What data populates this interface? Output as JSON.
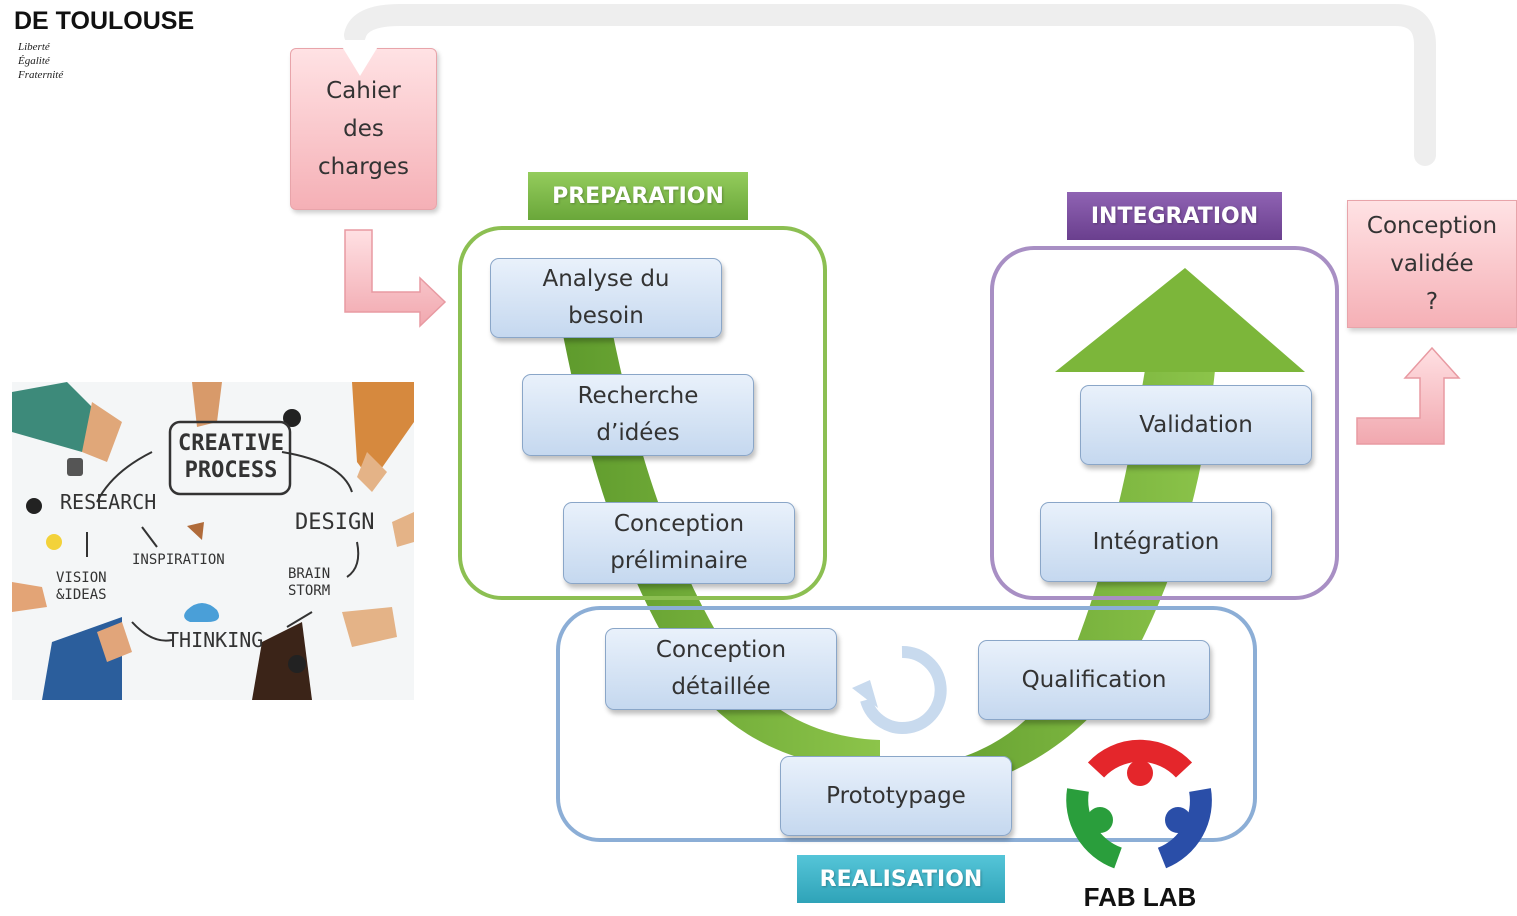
{
  "header": {
    "org_line2": "DE TOULOUSE",
    "motto": [
      "Liberté",
      "Égalité",
      "Fraternité"
    ]
  },
  "input_doc": {
    "lines": [
      "Cahier",
      "des",
      "charges"
    ]
  },
  "output_doc": {
    "lines": [
      "Conception",
      "validée",
      "?"
    ]
  },
  "phases": {
    "preparation": {
      "label": "PREPARATION",
      "color": "#7ab648"
    },
    "integration": {
      "label": "INTEGRATION",
      "color": "#7a4e9a"
    },
    "realisation": {
      "label": "REALISATION",
      "color": "#3fb4c8"
    }
  },
  "steps": {
    "analyse": [
      "Analyse du",
      "besoin"
    ],
    "recherche": [
      "Recherche",
      "d’idées"
    ],
    "conception_pre": [
      "Conception",
      "préliminaire"
    ],
    "conception_det": [
      "Conception",
      "détaillée"
    ],
    "prototypage": [
      "Prototypage"
    ],
    "qualification": [
      "Qualification"
    ],
    "integration": [
      "Intégration"
    ],
    "validation": [
      "Validation"
    ]
  },
  "creative_image": {
    "words": {
      "creative": "CREATIVE",
      "process": "PROCESS",
      "research": "RESEARCH",
      "design": "DESIGN",
      "inspiration": "INSPIRATION",
      "vision": "VISION",
      "ideas": "&IDEAS",
      "brain": "BRAIN",
      "storm": "STORM",
      "thinking": "THINKING"
    }
  },
  "fablab": {
    "label": "FAB LAB"
  },
  "colors": {
    "v_arrow": "#6da535",
    "preparation_frame": "#8cbf52",
    "integration_frame": "#a88fc4",
    "realisation_frame": "#8caed6",
    "pink": "#f5b0b6"
  }
}
